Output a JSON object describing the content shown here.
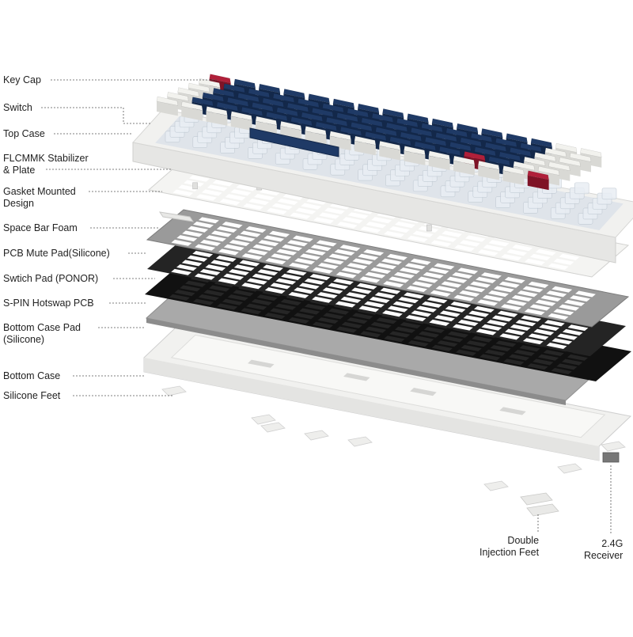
{
  "layers": [
    {
      "label": "Key Cap"
    },
    {
      "label": "Switch"
    },
    {
      "label": "Top Case"
    },
    {
      "label": "FLCMMK Stabilizer\n& Plate"
    },
    {
      "label": "Gasket Mounted\nDesign"
    },
    {
      "label": "Space Bar Foam"
    },
    {
      "label": "PCB Mute Pad(Silicone)"
    },
    {
      "label": "Swtich Pad (PONOR)"
    },
    {
      "label": "S-PIN Hotswap PCB"
    },
    {
      "label": "Bottom Case Pad\n(Silicone)"
    },
    {
      "label": "Bottom Case"
    },
    {
      "label": "Silicone Feet"
    }
  ],
  "extra_parts": [
    {
      "label": "Double\nInjection Feet"
    },
    {
      "label": "2.4G\nReceiver"
    }
  ],
  "colors": {
    "keycap_navy": "#1f3a66",
    "keycap_white": "#f2f2ee",
    "keycap_red": "#b0203a",
    "case_white": "#f1f1ef",
    "plate_grey": "#9a9a9a",
    "pad_dark": "#242424",
    "pcb_black": "#111111",
    "leader": "#555555"
  }
}
